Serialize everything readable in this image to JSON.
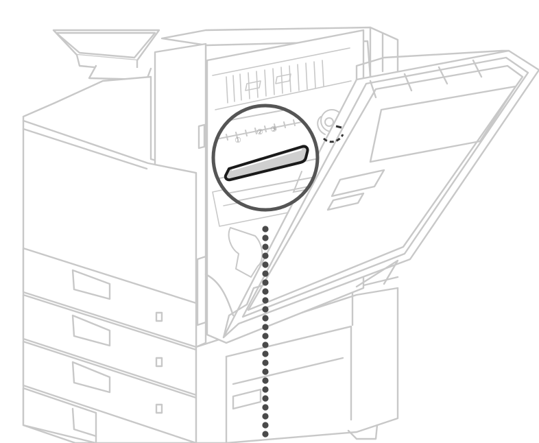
{
  "illustration": {
    "subject": "multifunction-printer-front-door-open",
    "callout_numbers": [
      "①",
      "②",
      "③"
    ],
    "colors": {
      "line": "#c8c8c8",
      "callout_ring": "#555555",
      "highlight_outline": "#1a1a1a",
      "highlight_fill": "#cfcfcf",
      "dots": "#4a4a4a",
      "background": "#ffffff"
    }
  }
}
